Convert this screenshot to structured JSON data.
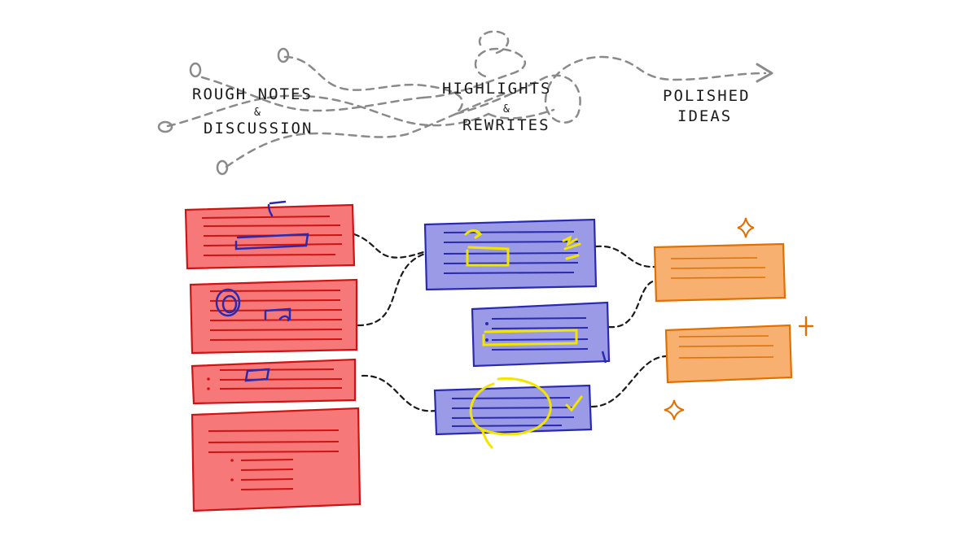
{
  "stages": [
    {
      "title": "Rough Notes",
      "connector": "&",
      "subtitle": "Discussion"
    },
    {
      "title": "Highlights",
      "connector": "&",
      "subtitle": "Rewrites"
    },
    {
      "title": "Polished",
      "subtitle": "Ideas"
    }
  ],
  "colors": {
    "rough_fill": "#f77878",
    "rough_stroke": "#cc1414",
    "highlight_fill": "#9a9ae6",
    "highlight_stroke": "#2a2ab0",
    "polished_fill": "#f7b070",
    "polished_stroke": "#e07000",
    "marker_yellow": "#f2e600",
    "path_gray": "#8a8a8a"
  },
  "icons": [
    "arrow-right-icon",
    "sparkle-icon",
    "checkmark-icon",
    "circle-mark-icon"
  ]
}
